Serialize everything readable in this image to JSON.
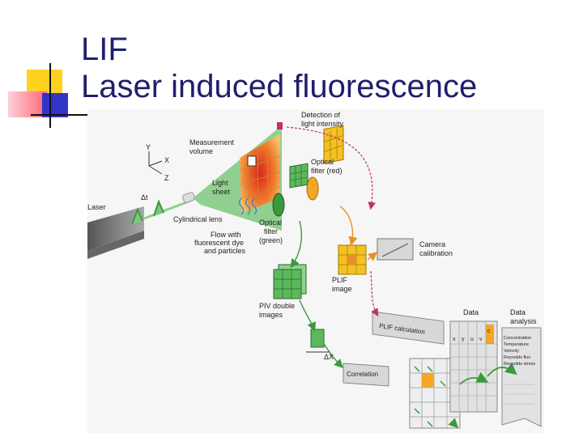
{
  "title": {
    "line1": "LIF",
    "line2": "Laser induced fluorescence"
  },
  "diagram": {
    "labels": {
      "detection_line1": "Detection of",
      "detection_line2": "light intensity",
      "measurement_line1": "Measurement",
      "measurement_line2": "volume",
      "axis_y": "Y",
      "axis_x": "X",
      "axis_z": "Z",
      "optical_red_line1": "Optical",
      "optical_red_line2": "filter (red)",
      "light_sheet_line1": "Light",
      "light_sheet_line2": "sheet",
      "delta_t": "Δt",
      "laser": "Laser",
      "cylindrical_lens": "Cylindrical lens",
      "optical_green_line1": "Optical",
      "optical_green_line2": "filter",
      "optical_green_line3": "(green)",
      "flow_line1": "Flow with",
      "flow_line2": "fluorescent dye",
      "flow_line3": "and particles",
      "camera_line1": "Camera",
      "camera_line2": "calibration",
      "plif_line1": "PLIF",
      "plif_line2": "image",
      "piv_line1": "PIV double",
      "piv_line2": "images",
      "data": "Data",
      "data_analysis_line1": "Data",
      "data_analysis_line2": "analysis",
      "plif_calculation": "PLIF calculation",
      "delta_x": "ΔX",
      "correlation": "Correlation"
    },
    "table_headers": [
      "x",
      "y",
      "u",
      "v",
      "c"
    ],
    "analysis_items": [
      "Concentration",
      "Temperature",
      "Velocity",
      "Reynolds flux",
      "Reynolds stress"
    ],
    "colors": {
      "sheet_green": "#7ec87e",
      "hot_orange": "#f5a623",
      "grid_green": "#5cb85c",
      "arrow_pink": "#c0306a",
      "arrow_orange": "#e8902a",
      "arrow_green": "#3a9a3a"
    }
  }
}
